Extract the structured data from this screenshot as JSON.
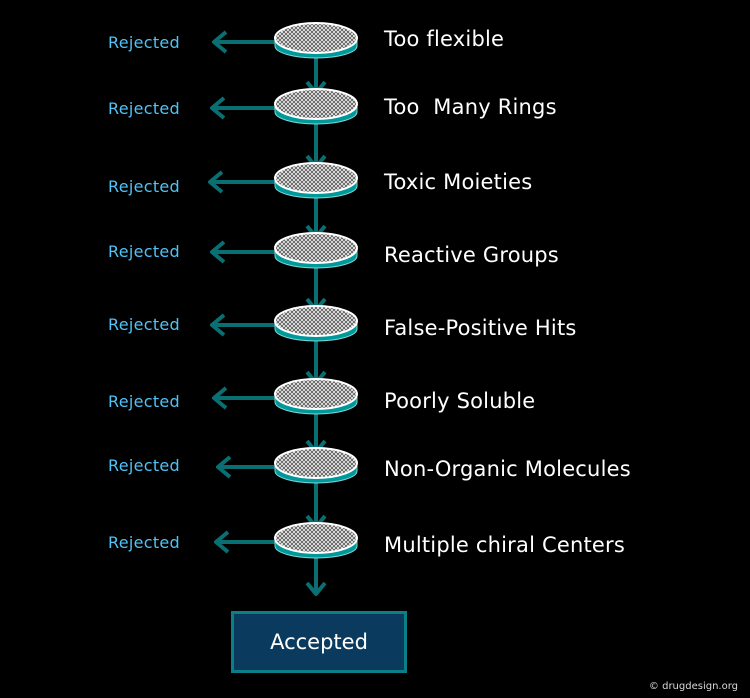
{
  "filters": [
    {
      "label": "Too flexible",
      "rejected": "Rejected"
    },
    {
      "label": "Too  Many Rings",
      "rejected": "Rejected"
    },
    {
      "label": "Toxic Moieties",
      "rejected": "Rejected"
    },
    {
      "label": "Reactive Groups",
      "rejected": "Rejected"
    },
    {
      "label": "False-Positive Hits",
      "rejected": "Rejected"
    },
    {
      "label": "Poorly Soluble",
      "rejected": "Rejected"
    },
    {
      "label": "Non-Organic Molecules",
      "rejected": "Rejected"
    },
    {
      "label": "Multiple chiral Centers",
      "rejected": "Rejected"
    }
  ],
  "accepted": {
    "label": "Accepted"
  },
  "credit": "© drugdesign.org",
  "colors": {
    "background": "#000000",
    "arrow": "#0a6f73",
    "filter_rim": "#00999b",
    "filter_top": "#ffffff",
    "rejected_text": "#4fc3f7",
    "label_text": "#ffffff",
    "box_fill": "#0a3b5e",
    "box_border": "#0a7f86"
  }
}
